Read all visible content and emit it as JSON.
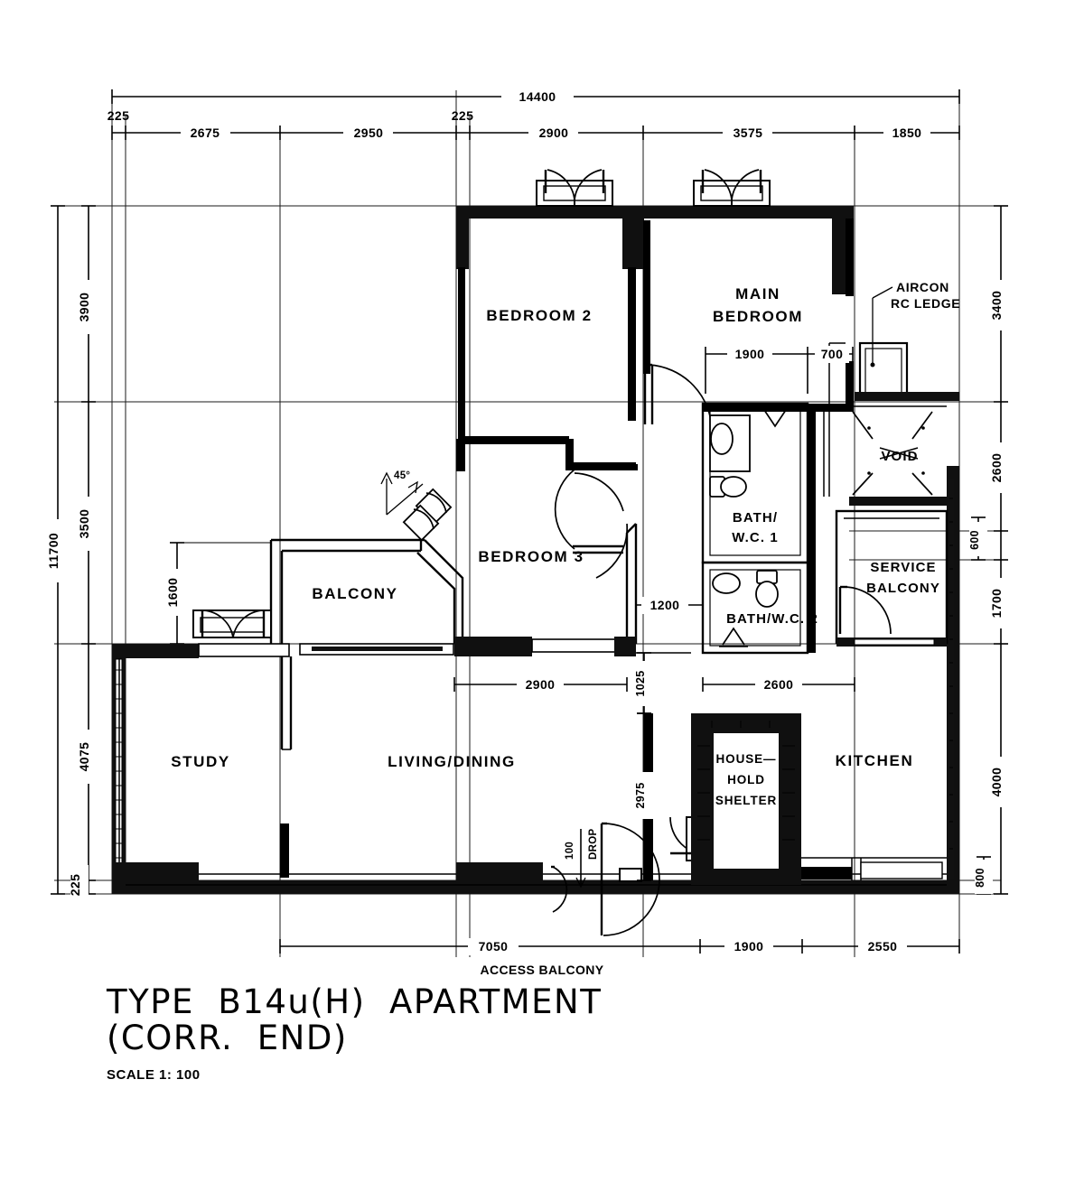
{
  "drawing": {
    "title_line1": "TYPE  B14u(H)  APARTMENT",
    "title_line2": "(CORR.  END)",
    "scale_label": "SCALE   1: 100",
    "bottom_caption": "ACCESS  BALCONY"
  },
  "rooms": [
    {
      "id": "bedroom2",
      "label": "BEDROOM  2"
    },
    {
      "id": "main_bedroom_l1",
      "label": "MAIN"
    },
    {
      "id": "main_bedroom_l2",
      "label": "BEDROOM"
    },
    {
      "id": "bedroom3",
      "label": "BEDROOM  3"
    },
    {
      "id": "balcony",
      "label": "BALCONY"
    },
    {
      "id": "study",
      "label": "STUDY"
    },
    {
      "id": "living_dining",
      "label": "LIVING/DINING"
    },
    {
      "id": "bath_wc1_l1",
      "label": "BATH/"
    },
    {
      "id": "bath_wc1_l2",
      "label": "W.C.  1"
    },
    {
      "id": "bath_wc2",
      "label": "BATH/W.C.  2"
    },
    {
      "id": "void",
      "label": "VOID"
    },
    {
      "id": "service_balcony_l1",
      "label": "SERVICE"
    },
    {
      "id": "service_balcony_l2",
      "label": "BALCONY"
    },
    {
      "id": "shelter_l1",
      "label": "HOUSE—"
    },
    {
      "id": "shelter_l2",
      "label": "HOLD"
    },
    {
      "id": "shelter_l3",
      "label": "SHELTER"
    },
    {
      "id": "kitchen",
      "label": "KITCHEN"
    }
  ],
  "annotations": {
    "aircon_l1": "AIRCON",
    "aircon_l2": "RC  LEDGE",
    "angle_45": "45°",
    "drop_value": "100",
    "drop_word": "DROP"
  },
  "dimensions": {
    "top_overall": "14400",
    "top_chain": [
      "225",
      "2675",
      "2950",
      "225",
      "2900",
      "3575",
      "1850"
    ],
    "left_overall": "11700",
    "left_chain": [
      "3900",
      "3500",
      "4075",
      "225"
    ],
    "right_chain": [
      "3400",
      "2600",
      "1700",
      "4000"
    ],
    "right_sub": [
      "600",
      "800"
    ],
    "bottom_chain": [
      "7050",
      "1900",
      "2550"
    ],
    "interior": {
      "balcony_depth": "1600",
      "bedroom3_width": "2900",
      "main_bed_1900": "1900",
      "main_bed_700": "700",
      "bath2_offset": "1200",
      "corridor_1025": "1025",
      "bath2_width": "2600",
      "shelter_run_2975": "2975"
    }
  },
  "colors": {
    "ink": "#000000",
    "paper": "#ffffff"
  }
}
